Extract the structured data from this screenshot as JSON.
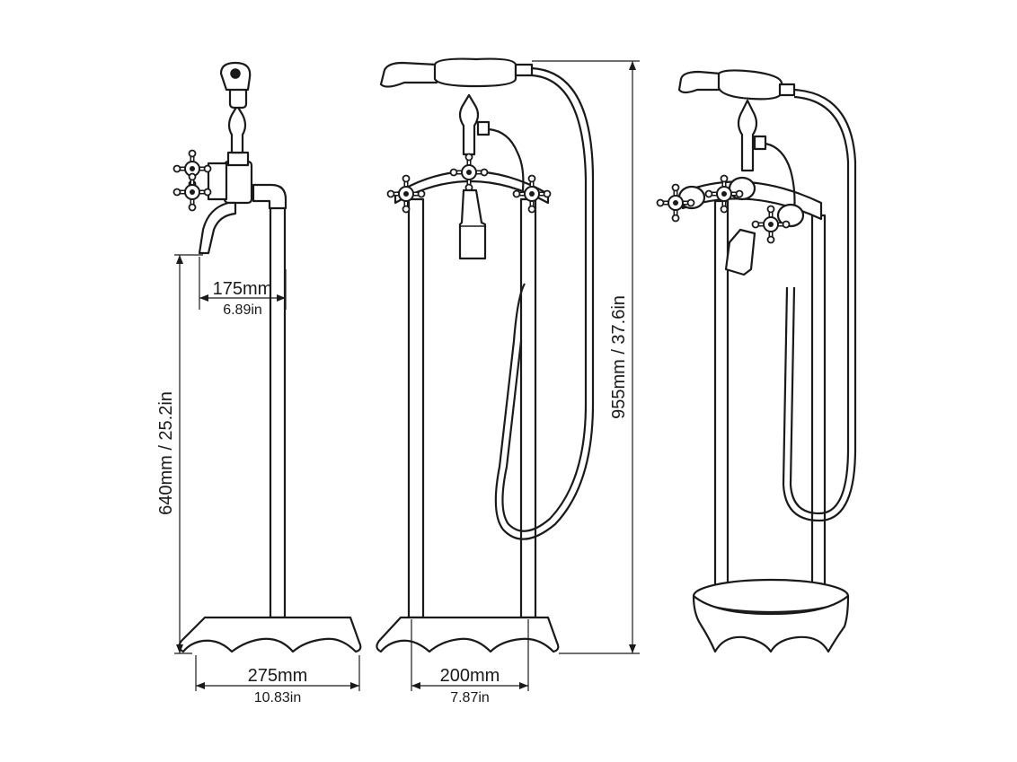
{
  "dimensions": {
    "spout_reach": {
      "mm": "175mm",
      "in": "6.89in"
    },
    "spout_height": {
      "label": "640mm / 25.2in"
    },
    "total_height": {
      "label": "955mm / 37.6in"
    },
    "base_depth": {
      "mm": "275mm",
      "in": "10.83in"
    },
    "pillar_spacing": {
      "mm": "200mm",
      "in": "7.87in"
    }
  },
  "views": [
    "side-view",
    "front-view",
    "perspective-view"
  ],
  "colors": {
    "line": "#1a1a1a",
    "background": "#ffffff"
  }
}
